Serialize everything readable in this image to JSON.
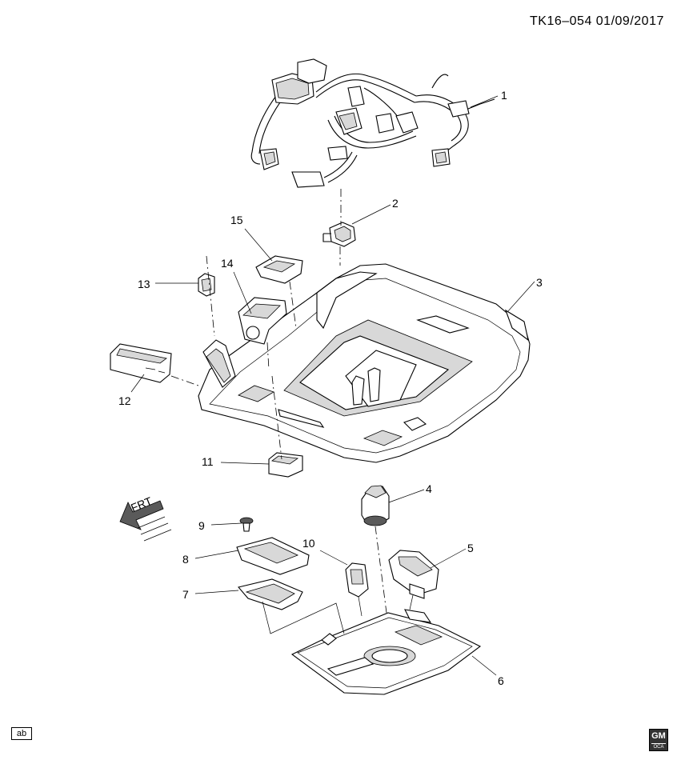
{
  "header": {
    "code": "TK16–054  01/09/2017"
  },
  "callouts": [
    "1",
    "2",
    "3",
    "4",
    "5",
    "6",
    "7",
    "8",
    "9",
    "10",
    "11",
    "12",
    "13",
    "14",
    "15"
  ],
  "direction": {
    "label": "FRT",
    "icon": "front-direction-arrow-icon"
  },
  "badge": {
    "text": "ab"
  },
  "logo": {
    "main": "GM",
    "sub": "OCA",
    "icon": "gm-logo-icon"
  }
}
